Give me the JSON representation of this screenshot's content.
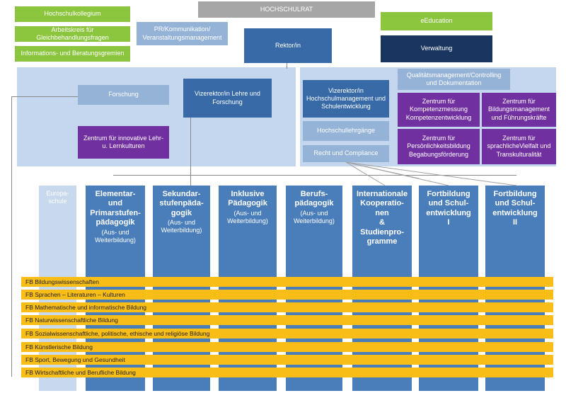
{
  "top": {
    "hochschulrat": "HOCHSCHULRAT",
    "hochschulkollegium": "Hochschulkollegium",
    "arbeitskreis": "Arbeitskreis für Gleichbehandlungsfragen",
    "informationsgremien": "Informations- und Beratungsgremien",
    "pr": "PR/Kommunikation/ Veranstaltungsmanagement",
    "rektor": "Rektor/in",
    "eeducation": "eEducation",
    "verwaltung": "Verwaltung"
  },
  "left_panel": {
    "forschung": "Forschung",
    "vizerektor": "Vizerektor/in Lehre und Forschung",
    "zentrum_innovative": "Zentrum für innovative Lehr- u. Lernkulturen"
  },
  "right_panel": {
    "vizerektor": "Vizerektor/in Hochschulmanagement und Schulentwicklung",
    "qualitaet": "Qualitätsmanagement/Controlling und Dokumentation",
    "lehrgaenge": "Hochschullehrgänge",
    "recht": "Recht und Compliance",
    "zentren": [
      "Zentrum für Kompetenzmessung Kompetenzentwicklung",
      "Zentrum für Bildungsmanagement und Führungskräfte",
      "Zentrum für Persönlichkeitsbildung Begabungsförderung",
      "Zentrum für sprachlicheVielfalt und Transkulturalität"
    ]
  },
  "columns": [
    {
      "title": "Europa-\nschule",
      "sub": ""
    },
    {
      "title": "Elementar-\nund\nPrimarstufen-\npädagogik",
      "sub": "(Aus- und\nWeiterbildung)"
    },
    {
      "title": "Sekundar-\nstufenpäda-\ngogik",
      "sub": "(Aus- und\nWeiterbildung)"
    },
    {
      "title": "Inklusive\nPädagogik",
      "sub": "(Aus- und\nWeiterbildung)"
    },
    {
      "title": "Berufs-\npädagogik",
      "sub": "(Aus- und\nWeiterbildung)"
    },
    {
      "title": "Internationale\nKooperatio-\nnen\n&\nStudienpro-\ngramme",
      "sub": ""
    },
    {
      "title": "Fortbildung\nund Schul-\nentwicklung\nI",
      "sub": ""
    },
    {
      "title": "Fortbildung\nund Schul-\nentwicklung\nII",
      "sub": ""
    }
  ],
  "fachbereiche": [
    "FB Bildungswissenschaften",
    "FB Sprachen – Literaturen – Kulturen",
    "FB Mathematische und informatische Bildung",
    "FB Naturwissenschaftliche Bildung",
    "FB Sozialwissenschaftliche, politische, ethische und religiöse Bildung",
    "FB Künstlerische Bildung",
    "FB Sport, Bewegung und Gesundheit",
    "FB Wirtschaftliche und Berufliche Bildung"
  ],
  "colors": {
    "green": "#8cc63e",
    "gray": "#a6a6a6",
    "mid_blue": "#376aa6",
    "dark_blue": "#1a3560",
    "light_blue": "#95b3d7",
    "panel": "#c5d7ee",
    "purple": "#7030a0",
    "column_blue": "#4a7ebb",
    "fb_yellow": "#f8bd16"
  }
}
